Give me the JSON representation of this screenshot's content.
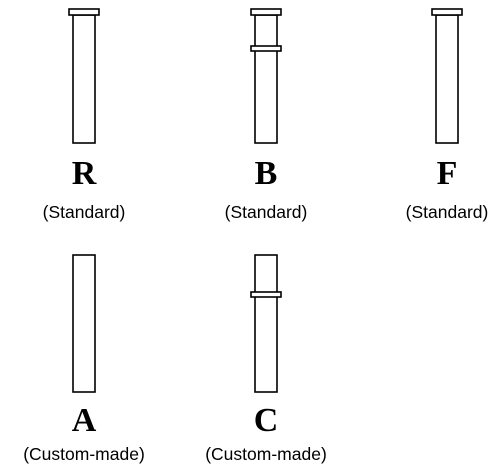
{
  "colors": {
    "line": "#000000",
    "background": "#ffffff"
  },
  "items": [
    {
      "letter": "R",
      "caption": "(Standard)",
      "cap_top": true,
      "mid_ring": false
    },
    {
      "letter": "B",
      "caption": "(Standard)",
      "cap_top": true,
      "mid_ring": true
    },
    {
      "letter": "F",
      "caption": "(Standard)",
      "cap_top": true,
      "mid_ring": false
    },
    {
      "letter": "A",
      "caption": "(Custom-made)",
      "cap_top": false,
      "mid_ring": false
    },
    {
      "letter": "C",
      "caption": "(Custom-made)",
      "cap_top": false,
      "mid_ring": true
    }
  ]
}
